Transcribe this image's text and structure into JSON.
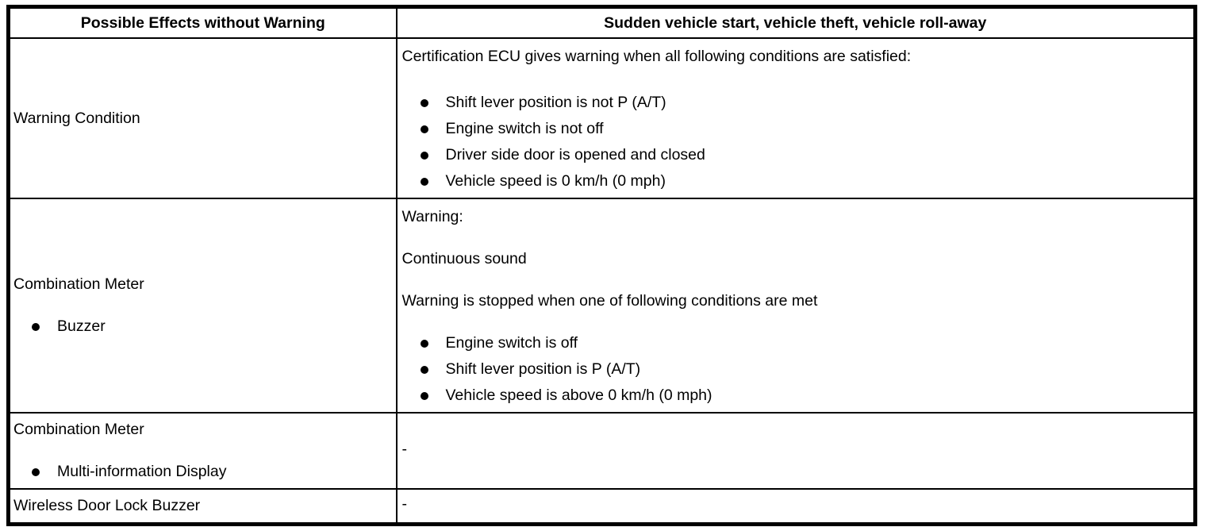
{
  "table": {
    "background": "#ffffff",
    "border_color": "#000000",
    "text_color": "#000000",
    "header": {
      "effects_column": "Possible Effects without Warning",
      "warning_column": "Sudden vehicle start, vehicle theft, vehicle roll-away"
    },
    "rows": [
      {
        "label": "Warning Condition",
        "intro": "Certification ECU gives warning when all following conditions are satisfied:",
        "bullets": [
          "Shift lever position is not P (A/T)",
          "Engine switch is not off",
          "Driver side door is opened and closed",
          "Vehicle speed is 0 km/h (0 mph)"
        ]
      },
      {
        "label": "Combination Meter",
        "label_bullet": "Buzzer",
        "paragraphs": [
          "Warning:",
          "Continuous sound",
          "Warning is stopped when one of following conditions are met"
        ],
        "bullets": [
          "Engine switch is off",
          "Shift lever position is P (A/T)",
          "Vehicle speed is above 0 km/h (0 mph)"
        ]
      },
      {
        "label": "Combination Meter",
        "label_bullet": "Multi-information Display",
        "value": "-"
      },
      {
        "label": "Wireless Door Lock Buzzer",
        "value": "-"
      }
    ]
  }
}
